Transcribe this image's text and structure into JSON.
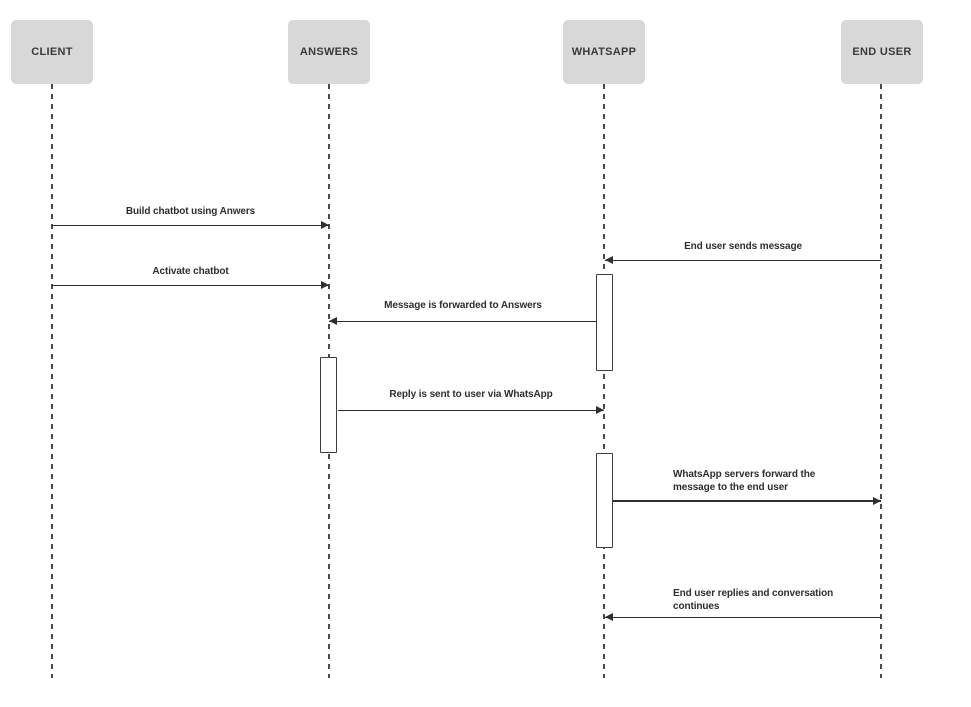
{
  "diagram": {
    "type": "sequence",
    "actors": [
      {
        "id": "client",
        "label": "CLIENT"
      },
      {
        "id": "answers",
        "label": "ANSWERS"
      },
      {
        "id": "whatsapp",
        "label": "WHATSAPP"
      },
      {
        "id": "end-user",
        "label": "END USER"
      }
    ],
    "messages": [
      {
        "from": "CLIENT",
        "to": "ANSWERS",
        "label": "Build chatbot using Anwers"
      },
      {
        "from": "END USER",
        "to": "WHATSAPP",
        "label": "End user sends message"
      },
      {
        "from": "CLIENT",
        "to": "ANSWERS",
        "label": "Activate chatbot"
      },
      {
        "from": "WHATSAPP",
        "to": "ANSWERS",
        "label": "Message is forwarded to Answers"
      },
      {
        "from": "ANSWERS",
        "to": "WHATSAPP",
        "label": "Reply is sent to user via WhatsApp"
      },
      {
        "from": "WHATSAPP",
        "to": "END USER",
        "label": "WhatsApp servers forward the message to the end user"
      },
      {
        "from": "END USER",
        "to": "WHATSAPP",
        "label": "End user replies and conversation continues"
      }
    ],
    "activations": [
      {
        "actor": "WHATSAPP"
      },
      {
        "actor": "ANSWERS"
      },
      {
        "actor": "WHATSAPP"
      }
    ],
    "colors": {
      "actor_fill": "#d8d8d8",
      "actor_text": "#3a3a3a",
      "line": "#2f2f2f",
      "background": "#ffffff"
    }
  }
}
